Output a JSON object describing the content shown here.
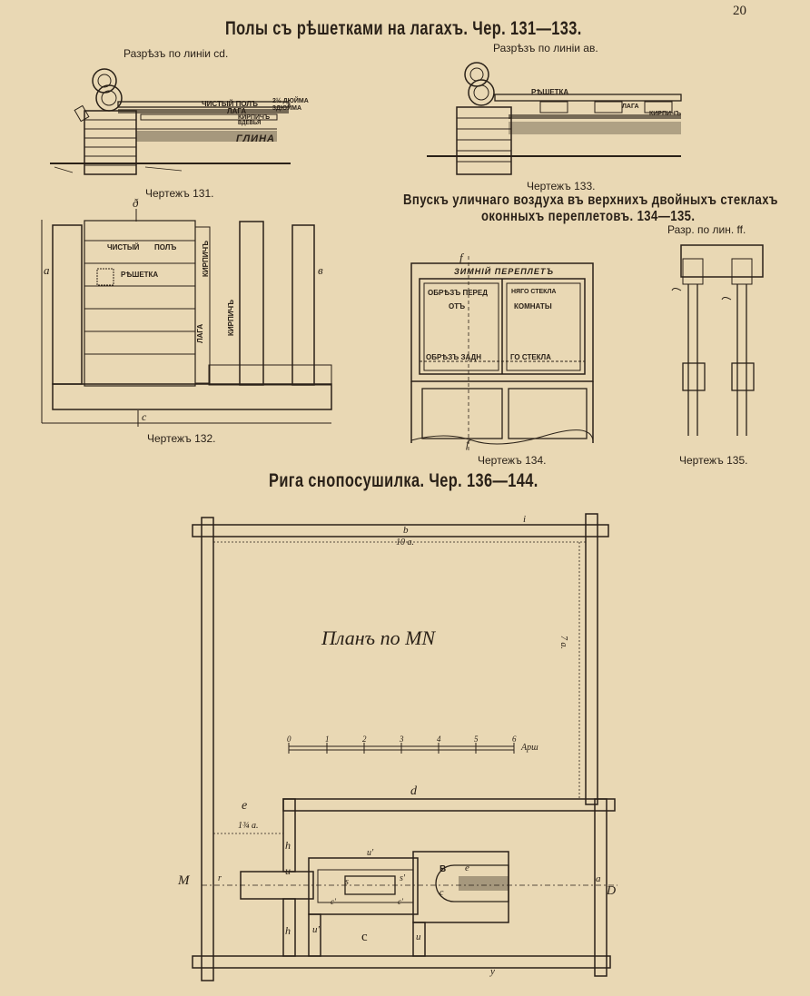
{
  "page_number": "20",
  "section1": {
    "title": "Полы съ рѣшетками на лагахъ. Чер. 131—133.",
    "fig131": {
      "section_label": "Разрѣзъ по линіи cd.",
      "labels": [
        "ЧИСТЫЙ ПОЛЪ",
        "2½ ДЮЙМА",
        "3ДЮЙМА",
        "ЛАГА",
        "КИРПИЧЪ",
        "ВДЕВЬЯ",
        "ГЛИНА"
      ],
      "caption": "Чертежъ 131."
    },
    "fig133": {
      "section_label": "Разрѣзъ по линіи ав.",
      "labels": [
        "РѢШЕТКА",
        "ЛАГА",
        "КИРПИЧЪ"
      ],
      "caption": "Чертежъ 133."
    },
    "fig132": {
      "labels": [
        "ЧИСТЫЙ",
        "ПОЛЪ",
        "РѢШЕТКА",
        "КИРПИЧЪ",
        "КИРПИЧЪ",
        "ЛАГА"
      ],
      "letters": [
        "ð",
        "a",
        "в",
        "c"
      ],
      "caption": "Чертежъ 132."
    }
  },
  "section2": {
    "title_line1": "Впускъ уличнаго воздуха въ верхнихъ двойныхъ стеклахъ",
    "title_line2": "оконныхъ переплетовъ. 134—135.",
    "fig134": {
      "labels": [
        "ЗИМНІЙ ПЕРЕПЛЕТЪ",
        "ОБРѢЗЪ ПЕРЕД",
        "ОТЪ",
        "НЯГО СТЕКЛА",
        "КОМНАТЫ",
        "ОБРѢЗЪ ЗАДН",
        "ГО СТЕКЛА"
      ],
      "letters": [
        "f",
        "f"
      ],
      "caption": "Чертежъ 134."
    },
    "fig135": {
      "section_label": "Разр. по лин. ff.",
      "caption": "Чертежъ 135."
    }
  },
  "section3": {
    "title": "Рига снопосушилка. Чер. 136—144.",
    "plan": {
      "title": "Планъ по MN",
      "dimensions": [
        "10 a.",
        "7 a.",
        "1¾ a."
      ],
      "scale_ticks": [
        "0",
        "1",
        "2",
        "3",
        "4",
        "5",
        "6"
      ],
      "scale_unit": "Арш",
      "letters": [
        "b",
        "i",
        "d",
        "e",
        "h",
        "u",
        "u'",
        "h",
        "u'",
        "c",
        "c'",
        "c'",
        "s",
        "s'",
        "B",
        "e",
        "c",
        "a",
        "M",
        "r",
        "D",
        "y",
        "u"
      ]
    }
  }
}
